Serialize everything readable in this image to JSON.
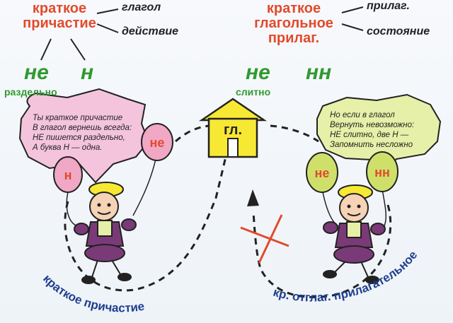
{
  "left_header": {
    "line1": "краткое",
    "line2": "причастие"
  },
  "left_notes": {
    "verb": "глагол",
    "action": "действие"
  },
  "right_header": {
    "line1": "краткое",
    "line2": "глагольное",
    "line3": "прилаг."
  },
  "right_notes": {
    "adj": "прилаг.",
    "state": "состояние"
  },
  "left_rule": {
    "particle": "не",
    "suffix": "н",
    "caption": "раздельно"
  },
  "right_rule": {
    "particle": "не",
    "suffix": "нн",
    "caption": "слитно"
  },
  "house": {
    "label": "гл."
  },
  "left_bubble": {
    "text": "Ты краткое причастие\nВ глагол вернешь всегда:\nНЕ пишется раздельно,\nА буква Н — одна."
  },
  "right_bubble": {
    "text": "Но если в глагол\nВернуть невозможно:\nНЕ слитно, две Н —\nЗапомнить несложно"
  },
  "balloons": {
    "left_big": "не",
    "left_small": "н",
    "right_ne": "не",
    "right_nn": "нн"
  },
  "paths": {
    "left": "краткое причастие",
    "right": "кр. отглаг. прилагательное"
  },
  "colors": {
    "heading": "#e24a2b",
    "green": "#2f9a2f",
    "house": "#f7e834",
    "bubble_left": "#f4c4dd",
    "bubble_right": "#e7f0a8",
    "path_text": "#1f3f8f"
  }
}
